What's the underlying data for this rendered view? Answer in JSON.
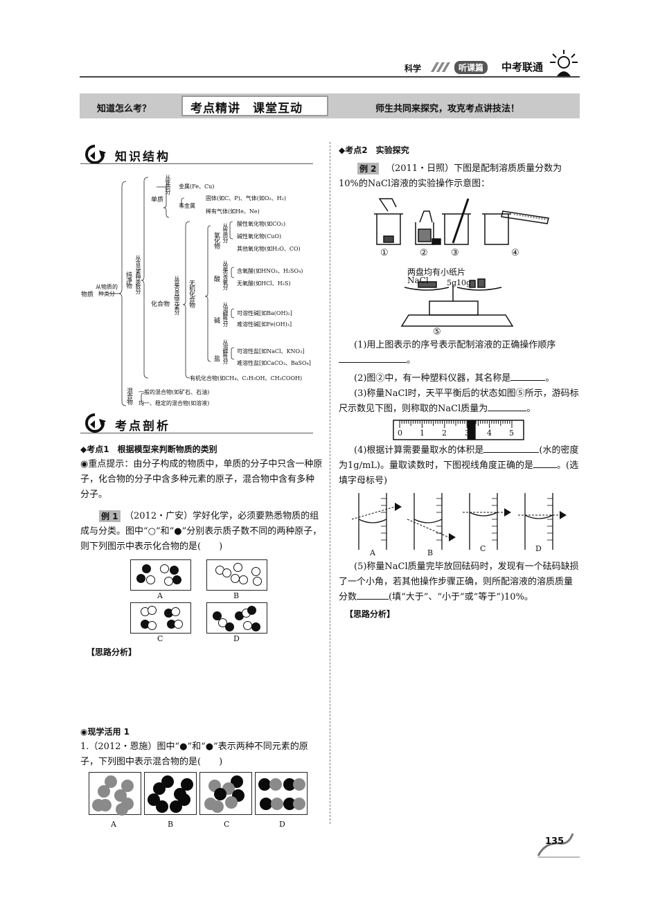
{
  "header": {
    "subject": "科学",
    "tag": "听课篇",
    "brand": "中考联通"
  },
  "banner": {
    "left": "知道怎么考？",
    "center": "考点精讲　课堂互动",
    "right": "师生共同来探究，攻克考点讲技法！"
  },
  "knowledge": {
    "title": "知识结构",
    "root": "物质",
    "root_edge": "从物质的种类分",
    "pure": "纯净物",
    "pure_edge": "从含元素种类数分",
    "element": "单质",
    "element_edge": "从性质分",
    "metal": "金属(Fe、Cu)",
    "nonmetal": "非金属",
    "nonmetal_items": [
      "固体(如C、P)、气体(如O₂、H₂)",
      "稀有气体(如He、Ne)"
    ],
    "compound": "化合物",
    "compound_edge": "从是否含碳元素分",
    "inorganic": "无机化合物",
    "oxide": "氧化物",
    "oxide_edge": "从性质分",
    "oxide_items": [
      "酸性氧化物(如CO₂)",
      "碱性氧化物(CuO)",
      "其他氧化物(如H₂O、CO)"
    ],
    "acid": "酸",
    "acid_edge": "从是否含氧分",
    "acid_items": [
      "含氧酸(如HNO₃、H₂SO₄)",
      "无氧酸(如HCl、H₂S)"
    ],
    "base": "碱",
    "base_edge": "从溶解性分",
    "base_items": [
      "可溶性碱[如Ba(OH)₂]",
      "难溶性碱[如Fe(OH)₃]"
    ],
    "salt": "盐",
    "salt_edge": "从溶解性分",
    "salt_items": [
      "可溶性盐[如NaCl、KNO₃]",
      "难溶性盐[如CaCO₃、BaSO₄]"
    ],
    "organic": "有机化合物(如CH₄、C₂H₅OH、CH₃COOH)",
    "mixture": "混合物",
    "mixture_items": [
      "一般的混合物(如矿石、石油)",
      "均一、稳定的混合物(如溶液)"
    ]
  },
  "analysis": {
    "title": "考点剖析",
    "point1": "◆考点1　根据模型来判断物质的类别",
    "hint": "◉重点提示：由分子构成的物质中，单质的分子中只含一种原子，化合物的分子中含多种元素的原子，混合物中含有多种分子。",
    "ex1_label": "例 1",
    "ex1_text": "（2012・广安）学好化学，必须要熟悉物质的组成与分类。图中“○”和“●”分别表示质子数不同的两种原子，则下列图示中表示化合物的是(　　)",
    "ex1_options": [
      "A",
      "B",
      "C",
      "D"
    ],
    "thinking": "【思路分析】",
    "practice_title": "◉现学活用 1",
    "practice_text": "1.（2012・恩施）图中“●”和“●”表示两种不同元素的原子，下列图中表示混合物的是(　　)",
    "practice_options": [
      "A",
      "B",
      "C",
      "D"
    ]
  },
  "right": {
    "point2": "◆考点2　实验探究",
    "ex2_label": "例 2",
    "ex2_text": "（2011・日照）下图是配制溶质质量分数为10%的NaCl溶液的实验操作示意图：",
    "step_labels": [
      "①",
      "②",
      "③",
      "④",
      "⑤"
    ],
    "balance_note": "两盘均有小纸片",
    "balance_nacl": "NaCl",
    "balance_weights": "5g10g",
    "q1": "(1)用上图表示的序号表示配制溶液的正确操作顺序",
    "q1_end": "。",
    "q2": "(2)图②中，有一种塑料仪器，其名称是",
    "q2_end": "。",
    "q3": "(3)称量NaCl时，天平平衡后的状态如图⑤所示，游码标尺示数见下图，则称取的NaCl质量为",
    "q3_end": "。",
    "ruler_ticks": [
      "0",
      "1",
      "2",
      "3",
      "4",
      "5"
    ],
    "rider_position": 3.2,
    "q4a": "(4)根据计算需要量取水的体积是",
    "q4b": "(水的密度为1g/mL)。量取读数时，下图视线角度正确的是",
    "q4c": "。(选填字母标号)",
    "cyl_labels": [
      "A",
      "B",
      "C",
      "D"
    ],
    "q5a": "(5)称量NaCl质量完毕放回砝码时，发现有一个砝码缺损了一个小角，若其他操作步骤正确，则所配溶液的溶质质量分数",
    "q5b": "(填“大于”、“小于”或“等于”)10%。",
    "thinking": "【思路分析】"
  },
  "page_number": "135"
}
